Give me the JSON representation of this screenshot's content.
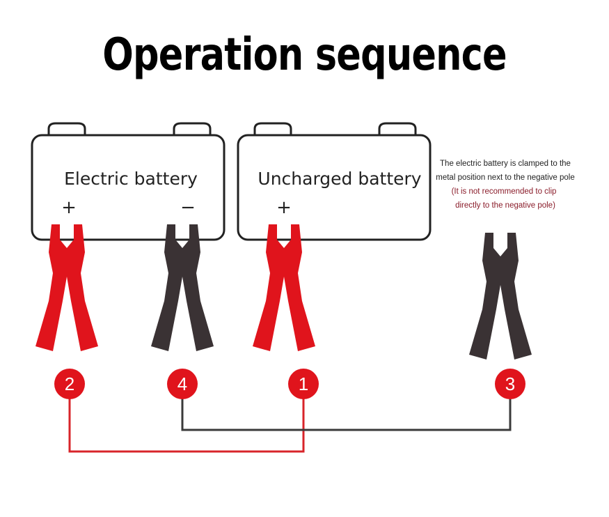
{
  "title": "Operation sequence",
  "batteries": {
    "electric": {
      "label": "Electric battery",
      "plus": "+",
      "minus": "−"
    },
    "uncharged": {
      "label": "Uncharged battery",
      "plus": "+"
    }
  },
  "note": {
    "line1": "The electric battery is clamped to the",
    "line2": "metal position next to the negative pole",
    "line3": "(It is not recommended to clip",
    "line4": "directly to the negative pole)"
  },
  "steps": [
    "2",
    "4",
    "1",
    "3"
  ],
  "colors": {
    "red_clamp": "#e0141c",
    "black_clamp": "#3a3234",
    "red_wire": "#d8242a",
    "black_wire": "#3a3a3a",
    "note_accent": "#8a1c2a"
  }
}
